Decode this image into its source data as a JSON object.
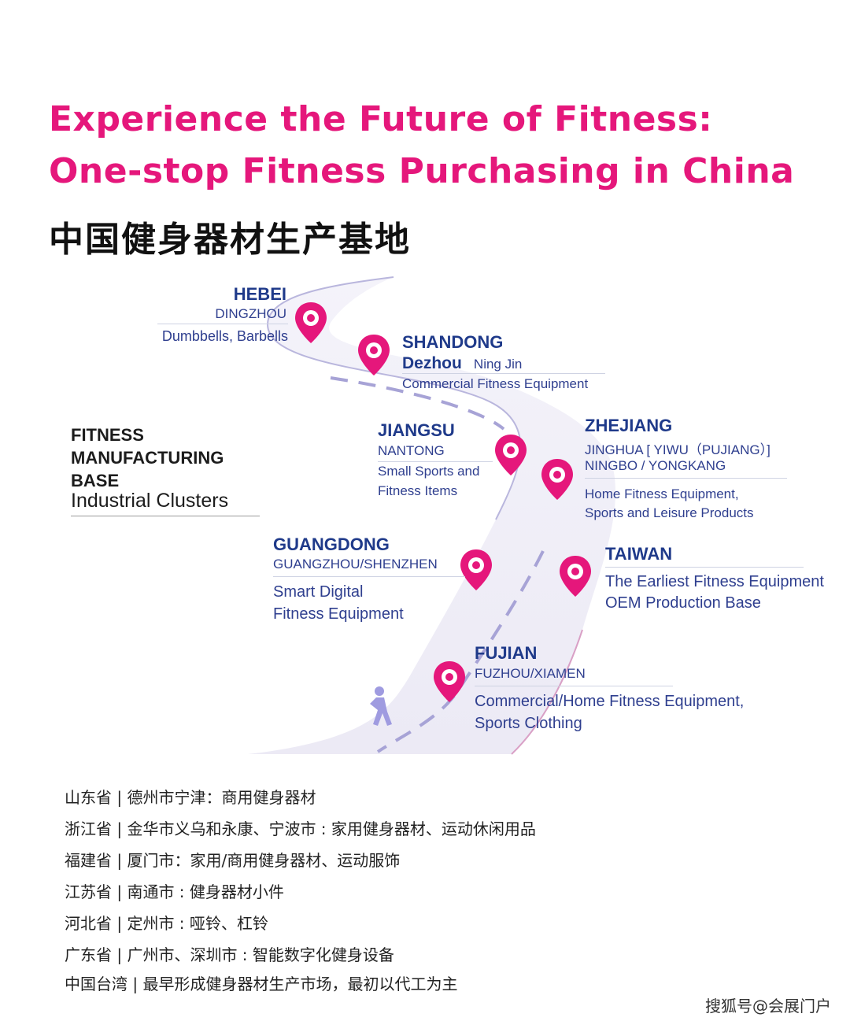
{
  "headline": {
    "line1": "Experience the Future of Fitness:",
    "line2": "One-stop Fitness Purchasing in China"
  },
  "cn_title": "中国健身器材生产基地",
  "left_label": {
    "line1": "FITNESS",
    "line2": "MANUFACTURING",
    "line3": "BASE",
    "line4": "Industrial Clusters"
  },
  "regions": {
    "hebei": {
      "name": "HEBEI",
      "city": "DINGZHOU",
      "desc": "Dumbbells, Barbells"
    },
    "shandong": {
      "name": "SHANDONG",
      "city_bold": "Dezhou",
      "city": "Ning Jin",
      "desc": "Commercial Fitness Equipment"
    },
    "jiangsu": {
      "name": "JIANGSU",
      "city": "NANTONG",
      "desc1": "Small Sports and",
      "desc2": "Fitness Items"
    },
    "zhejiang": {
      "name": "ZHEJIANG",
      "city1": "JINGHUA [ YIWU（PUJIANG）]",
      "city2": "NINGBO / YONGKANG",
      "desc1": "Home Fitness Equipment,",
      "desc2": "Sports and Leisure Products"
    },
    "guangdong": {
      "name": "GUANGDONG",
      "city": "GUANGZHOU/SHENZHEN",
      "desc1": "Smart Digital",
      "desc2": "Fitness Equipment"
    },
    "taiwan": {
      "name": "TAIWAN",
      "desc1": "The Earliest Fitness Equipment",
      "desc2": "OEM Production Base"
    },
    "fujian": {
      "name": "FUJIAN",
      "city": "FUZHOU/XIAMEN",
      "desc1": "Commercial/Home Fitness Equipment,",
      "desc2": "Sports Clothing"
    }
  },
  "cn_list": [
    "山东省 | 德州市宁津：商用健身器材",
    "浙江省 | 金华市义乌和永康、宁波市 : 家用健身器材、运动休闲用品",
    "福建省 | 厦门市：家用/商用健身器材、运动服饰",
    "江苏省 | 南通市 : 健身器材小件",
    "河北省 | 定州市 : 哑铃、杠铃",
    "广东省 | 广州市、深圳市 : 智能数字化健身设备",
    "中国台湾 | 最早形成健身器材生产市场，最初以代工为主"
  ],
  "watermark": "搜狐号@会展门户",
  "colors": {
    "accent": "#e5177b",
    "region": "#1f3a8a",
    "text": "#2f3f8f",
    "road": "#ecebf6"
  },
  "icons": {
    "pin": "map-pin-icon",
    "runner": "runner-icon"
  }
}
